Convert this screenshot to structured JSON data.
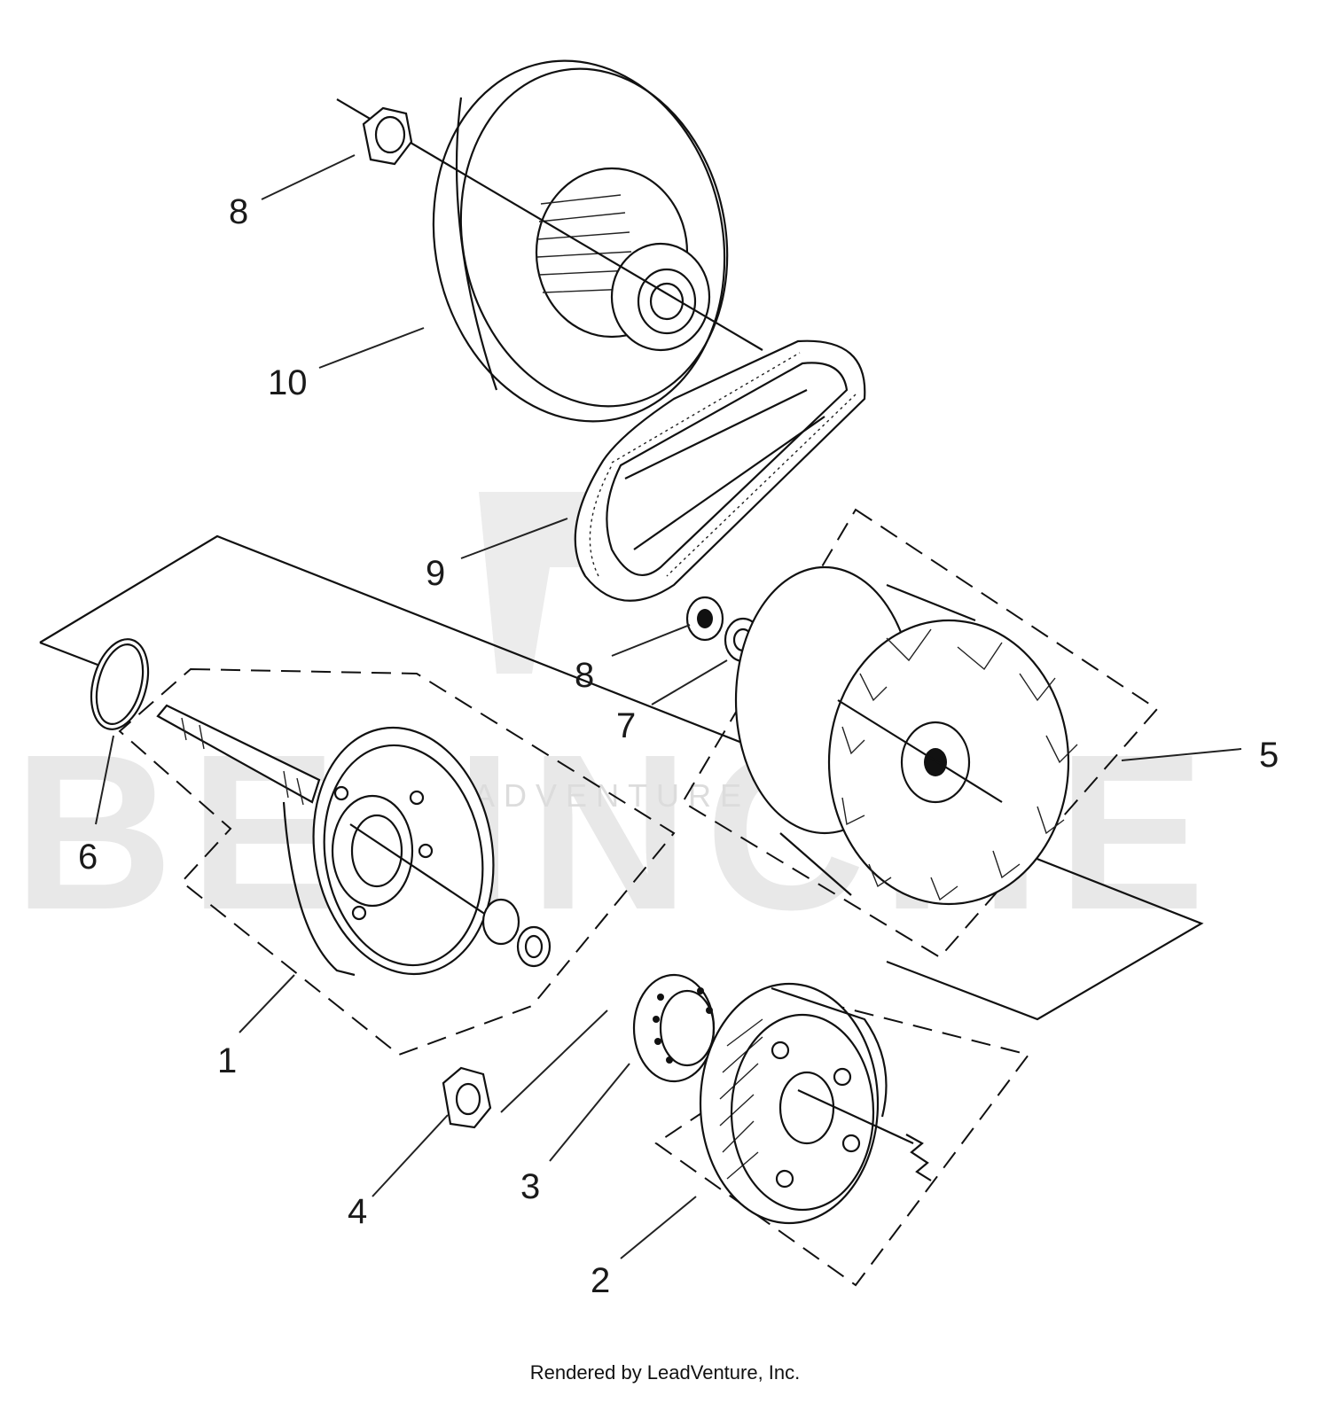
{
  "watermark": {
    "text": "BENNCHE",
    "subtext": "LEADVENTURE"
  },
  "callouts": {
    "c1": "1",
    "c2": "2",
    "c3": "3",
    "c4": "4",
    "c5": "5",
    "c6": "6",
    "c7": "7",
    "c8a": "8",
    "c8b": "8",
    "c9": "9",
    "c10": "10"
  },
  "footer": {
    "text": "Rendered by LeadVenture, Inc."
  },
  "colors": {
    "line": "#111111",
    "background": "#ffffff",
    "watermark": "#e8e8e8"
  }
}
